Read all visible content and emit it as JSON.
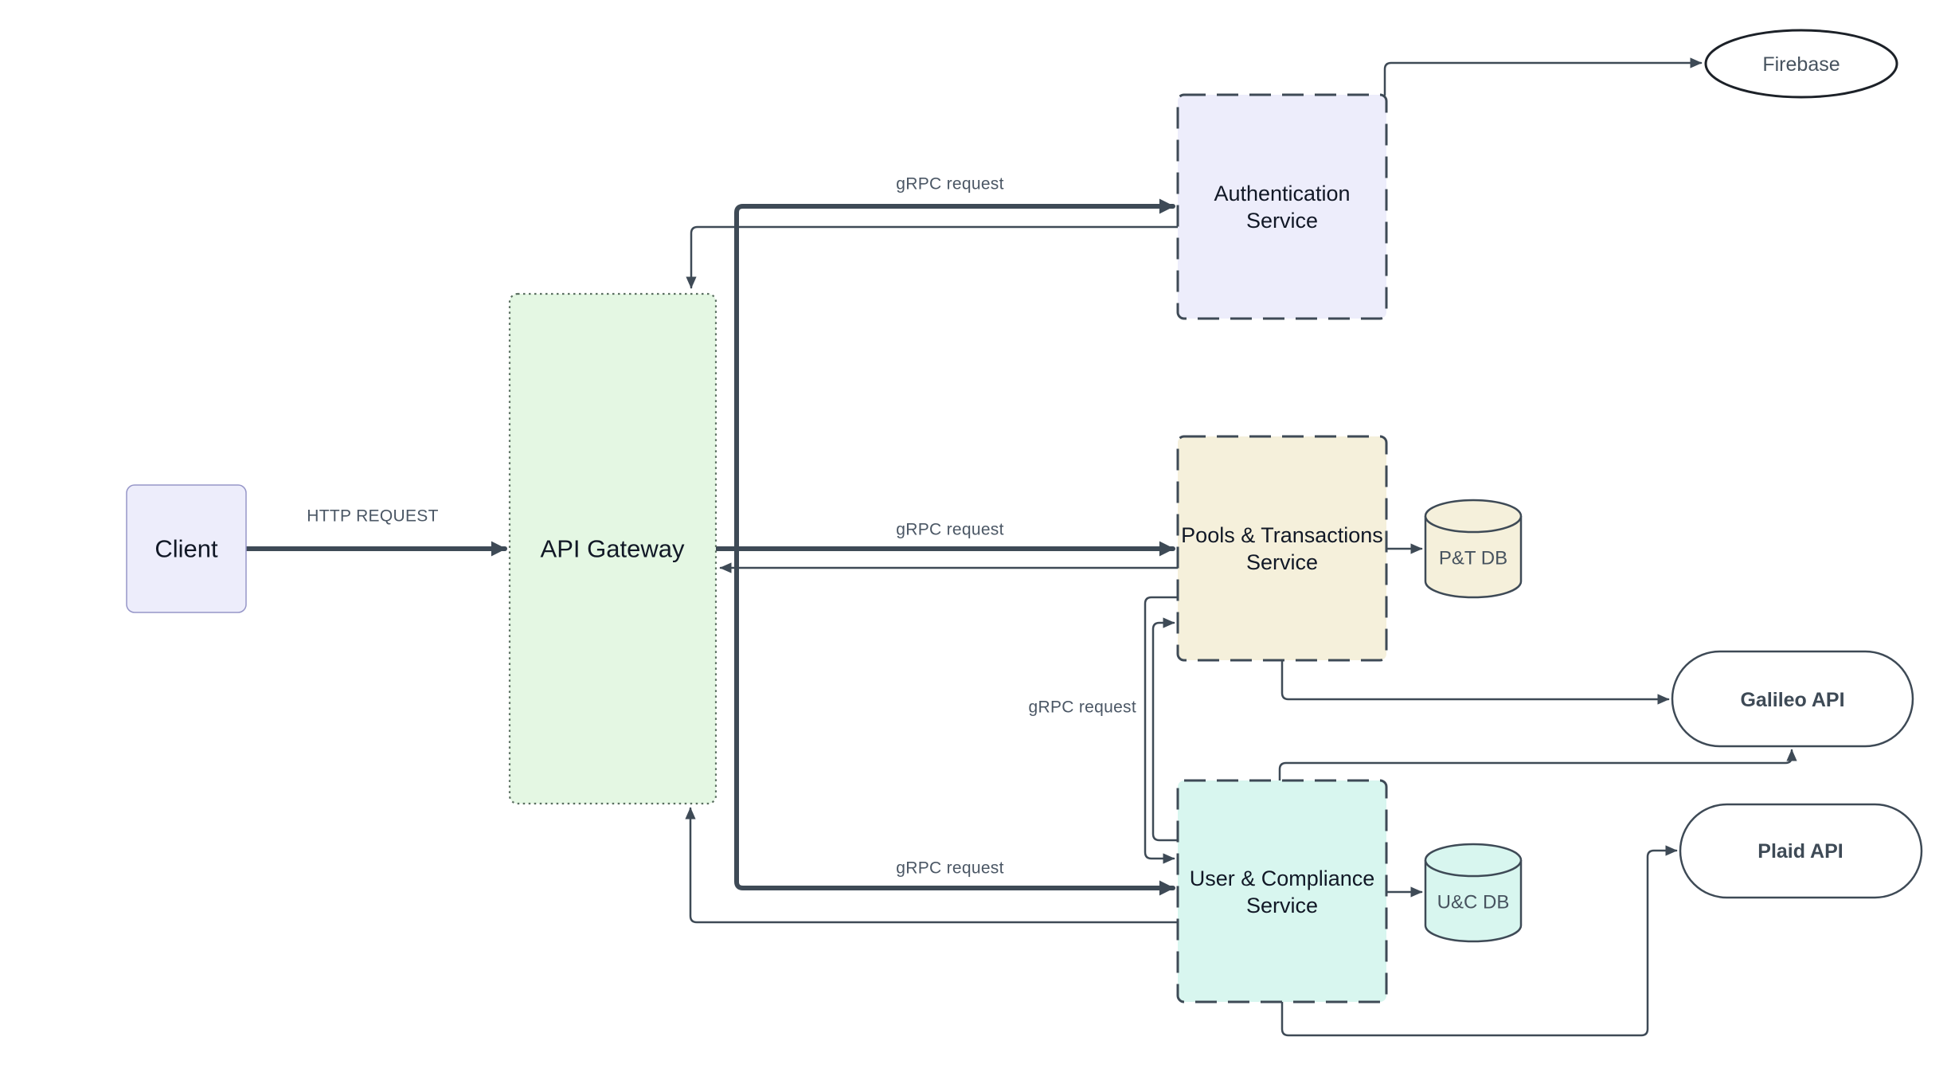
{
  "diagram": {
    "title_hint": "microservices architecture diagram",
    "colors": {
      "line": "#3e4a56",
      "edge_label": "#4b5765",
      "node_label": "#111826",
      "external_label": "#47535f",
      "firebase_stroke": "#1c2128",
      "gateway_border": "#5a6e60",
      "client_border": "#9696c8"
    },
    "nodes": {
      "client": {
        "label": "Client",
        "fill": "#ededfb"
      },
      "api_gateway": {
        "label": "API Gateway",
        "fill": "#e4f7e3"
      },
      "auth_service": {
        "line1": "Authentication",
        "line2": "Service",
        "fill": "#ededfb"
      },
      "pools_service": {
        "line1": "Pools & Transactions",
        "line2": "Service",
        "fill": "#f5f0db"
      },
      "user_service": {
        "line1": "User & Compliance",
        "line2": "Service",
        "fill": "#d8f6ef"
      },
      "firebase": {
        "label": "Firebase",
        "fill": "#ffffff"
      },
      "pt_db": {
        "label": "P&T DB",
        "fill": "#f5f0db"
      },
      "uc_db": {
        "label": "U&C DB",
        "fill": "#d8f6ef"
      },
      "galileo_api": {
        "label": "Galileo API",
        "fill": "#ffffff"
      },
      "plaid_api": {
        "label": "Plaid API",
        "fill": "#ffffff"
      }
    },
    "edge_labels": {
      "http_request": "HTTP REQUEST",
      "grpc_auth": "gRPC request",
      "grpc_pools": "gRPC request",
      "grpc_user": "gRPC request",
      "grpc_interservice": "gRPC request"
    }
  }
}
